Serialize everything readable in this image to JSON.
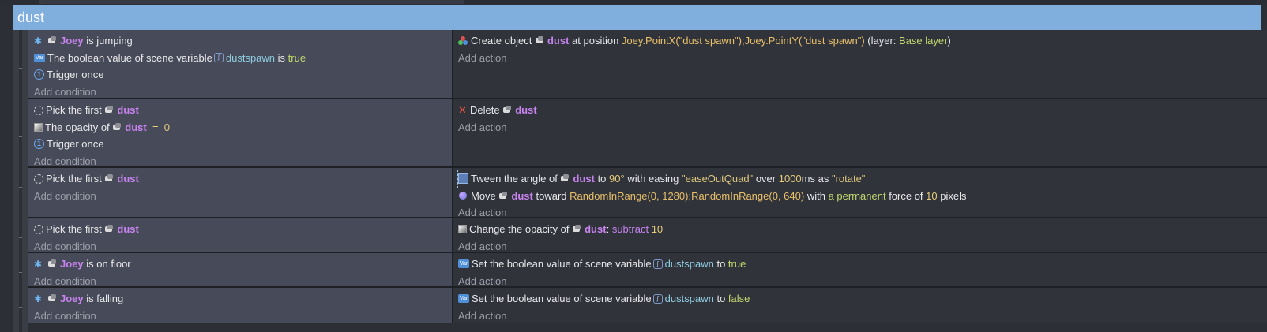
{
  "group": {
    "title": "dust"
  },
  "labels": {
    "add_condition": "Add condition",
    "add_action": "Add action"
  },
  "event1": {
    "c1": {
      "obj": "Joey",
      "text": "is jumping"
    },
    "c2": {
      "text": "The boolean value of scene variable",
      "var": "dustspawn",
      "is": "is",
      "val": "true"
    },
    "c3": {
      "text": "Trigger once"
    },
    "a1": {
      "text": "Create object",
      "obj": "dust",
      "at": "at position",
      "expr": "Joey.PointX(\"dust spawn\");Joey.PointY(\"dust spawn\")",
      "layer_open": "(layer:",
      "layer": "Base layer",
      "layer_close": ")"
    }
  },
  "event2": {
    "c1": {
      "text": "Pick the first",
      "obj": "dust"
    },
    "c2": {
      "text": "The opacity of",
      "obj": "dust",
      "op": "=",
      "val": "0"
    },
    "c3": {
      "text": "Trigger once"
    },
    "a1": {
      "text": "Delete",
      "obj": "dust"
    }
  },
  "event3": {
    "c1": {
      "text": "Pick the first",
      "obj": "dust"
    },
    "a1": {
      "t1": "Tween the angle of",
      "obj": "dust",
      "t2": "to",
      "v1": "90°",
      "t3": "with easing",
      "s1": "\"easeOutQuad\"",
      "t4": "over",
      "v2": "1000",
      "t5": "ms as",
      "s2": "\"rotate\""
    },
    "a2": {
      "t1": "Move",
      "obj": "dust",
      "t2": "toward",
      "expr": "RandomInRange(0, 1280);RandomInRange(0, 640)",
      "t3": "with",
      "kw": "a permanent",
      "t4": "force of",
      "v": "10",
      "t5": "pixels"
    }
  },
  "event4": {
    "c1": {
      "text": "Pick the first",
      "obj": "dust"
    },
    "a1": {
      "t1": "Change the opacity of",
      "obj": "dust",
      "colon": ":",
      "op": "subtract",
      "v": "10"
    }
  },
  "event5": {
    "c1": {
      "obj": "Joey",
      "text": "is on floor"
    },
    "a1": {
      "text": "Set the boolean value of scene variable",
      "var": "dustspawn",
      "to": "to",
      "val": "true"
    }
  },
  "event6": {
    "c1": {
      "obj": "Joey",
      "text": "is falling"
    },
    "a1": {
      "text": "Set the boolean value of scene variable",
      "var": "dustspawn",
      "to": "to",
      "val": "false"
    }
  }
}
